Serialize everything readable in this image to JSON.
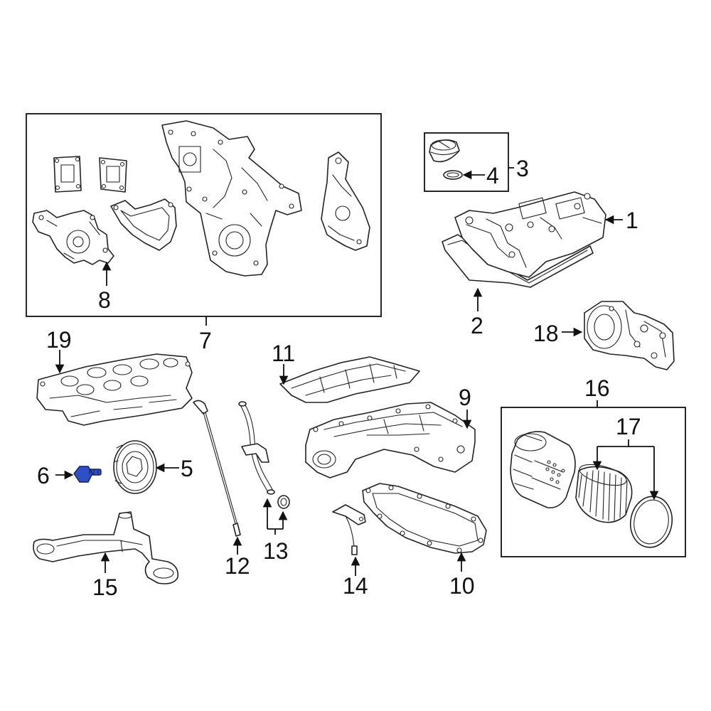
{
  "diagram": {
    "highlight_color": "#2f4fc7",
    "callouts": {
      "c1": "1",
      "c2": "2",
      "c3": "3",
      "c4": "4",
      "c5": "5",
      "c6": "6",
      "c7": "7",
      "c8": "8",
      "c9": "9",
      "c10": "10",
      "c11": "11",
      "c12": "12",
      "c13": "13",
      "c14": "14",
      "c15": "15",
      "c16": "16",
      "c17": "17",
      "c18": "18",
      "c19": "19"
    }
  }
}
